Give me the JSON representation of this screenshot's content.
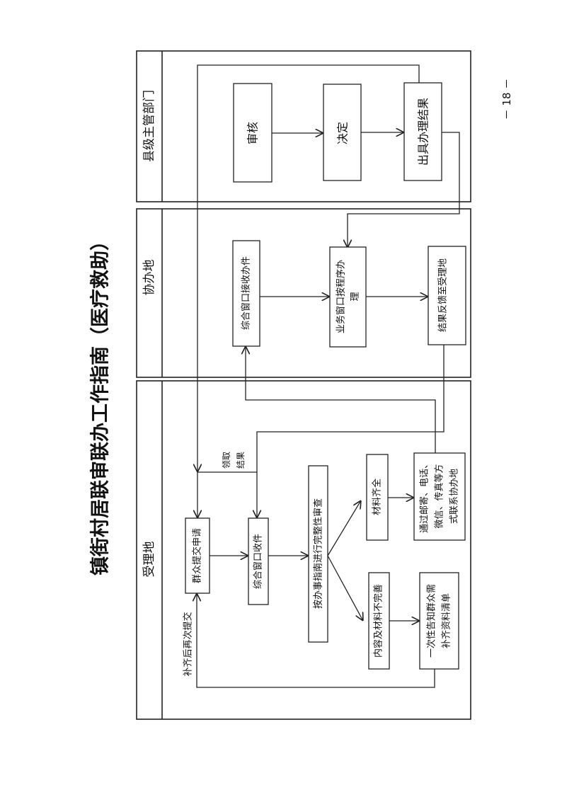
{
  "title": "镇街村居联审联办工作指南（医疗救助）",
  "page_number": "－ 18 －",
  "lanes": {
    "county": "县级主管部门",
    "assist": "协办地",
    "accept": "受理地"
  },
  "county_steps": [
    "审核",
    "决定",
    "出具办理结果"
  ],
  "assist_steps": {
    "receive": "综合窗口接收办件",
    "process_l1": "业务窗口按程序办",
    "process_l2": "理",
    "feedback": "结果反馈至受理地"
  },
  "accept_steps": {
    "submit": "群众提交申请",
    "collect": "综合窗口收件",
    "review": "按办事指南进行完整性审查",
    "complete": "材料齐全",
    "contact_l1": "通过邮寄、电话、",
    "contact_l2": "微信、传真等方",
    "contact_l3": "式联系协办地",
    "incomplete": "内容及材料不完善",
    "notify_l1": "一次性告知群众需",
    "notify_l2": "补齐资料清单"
  },
  "labels": {
    "pickup_l1": "领取",
    "pickup_l2": "结果",
    "resubmit": "补齐后再次提交"
  }
}
